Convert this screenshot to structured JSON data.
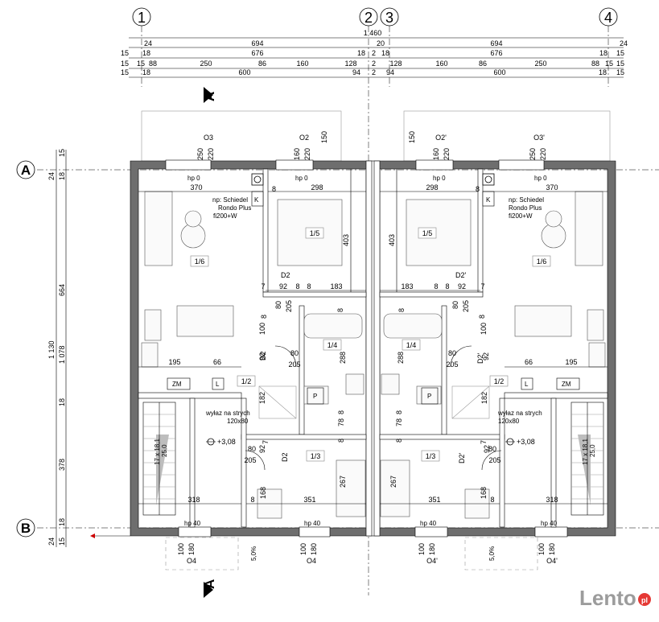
{
  "axes": {
    "a1": "1",
    "a2": "2",
    "a3": "3",
    "a4": "4",
    "rowA": "A",
    "rowB": "B"
  },
  "section": {
    "top": "A",
    "bottom": "A"
  },
  "top_dims": {
    "total": "1 460",
    "row1": {
      "l24": "24",
      "l694": "694",
      "c20": "20",
      "r694": "694",
      "r24": "24"
    },
    "row2": {
      "l15": "15",
      "l18": "18",
      "l676": "676",
      "l18b": "18",
      "c2": "2",
      "r18": "18",
      "r676": "676",
      "r18b": "18",
      "r15": "15"
    },
    "row3": {
      "l15": "15",
      "l15b": "15",
      "l88": "88",
      "l250": "250",
      "l86": "86",
      "l160": "160",
      "l128": "128",
      "c2": "2",
      "r128": "128",
      "r160": "160",
      "r86": "86",
      "r250": "250",
      "r88": "88",
      "r15": "15",
      "r15b": "15"
    },
    "row4": {
      "l15": "15",
      "l18": "18",
      "l600": "600",
      "l94": "94",
      "c2": "2",
      "r94": "94",
      "r600": "600",
      "r18": "18",
      "r15": "15"
    }
  },
  "left_dims": {
    "d15": "15",
    "d24": "24",
    "d18a": "18",
    "d664": "664",
    "d1130": "1 130",
    "d1078": "1 078",
    "d18b": "18",
    "d378": "378",
    "d18c": "18",
    "d24b": "24",
    "d15b": "15"
  },
  "windows": {
    "o3": "O3",
    "o2": "O2",
    "o2p": "O2'",
    "o3p": "O3'",
    "o4": "O4",
    "o4b": "O4",
    "o4p": "O4'",
    "o4pb": "O4'",
    "hp0": "hp 0",
    "hp40": "hp 40",
    "w250": "250",
    "w220": "220",
    "w160": "160",
    "w150": "150",
    "b100": "100",
    "b180": "180"
  },
  "rooms": {
    "r16": "1/6",
    "r15": "1/5",
    "r14": "1/4",
    "r13": "1/3",
    "r12": "1/2",
    "r16p": "1/6",
    "r15p": "1/5",
    "r14p": "1/4",
    "r13p": "1/3",
    "r12p": "1/2"
  },
  "labels": {
    "chimney1": "np: Schiedel",
    "chimney2": "Rondo Plus",
    "chimney3": "fi200+W",
    "k": "K",
    "zm": "ZM",
    "l": "L",
    "p": "P",
    "attic1": "wyłaz na strych",
    "attic2": "120x80",
    "level": "+3,08",
    "stairs": "17 x 18,1",
    "stairs2": "25,0",
    "slope": "5,0%",
    "d2": "D2",
    "d2p": "D2'"
  },
  "inner_dims": {
    "v370": "370",
    "v298": "298",
    "v403": "403",
    "v195": "195",
    "v66": "66",
    "v183": "183",
    "v92": "92",
    "v8": "8",
    "v80": "80",
    "v205": "205",
    "v100": "100",
    "v288": "288",
    "v182": "182",
    "v78": "78",
    "v318": "318",
    "v351": "351",
    "v168": "168",
    "v267": "267",
    "v7": "7"
  },
  "watermark": {
    "brand": "Lento",
    "tld": "pl"
  }
}
